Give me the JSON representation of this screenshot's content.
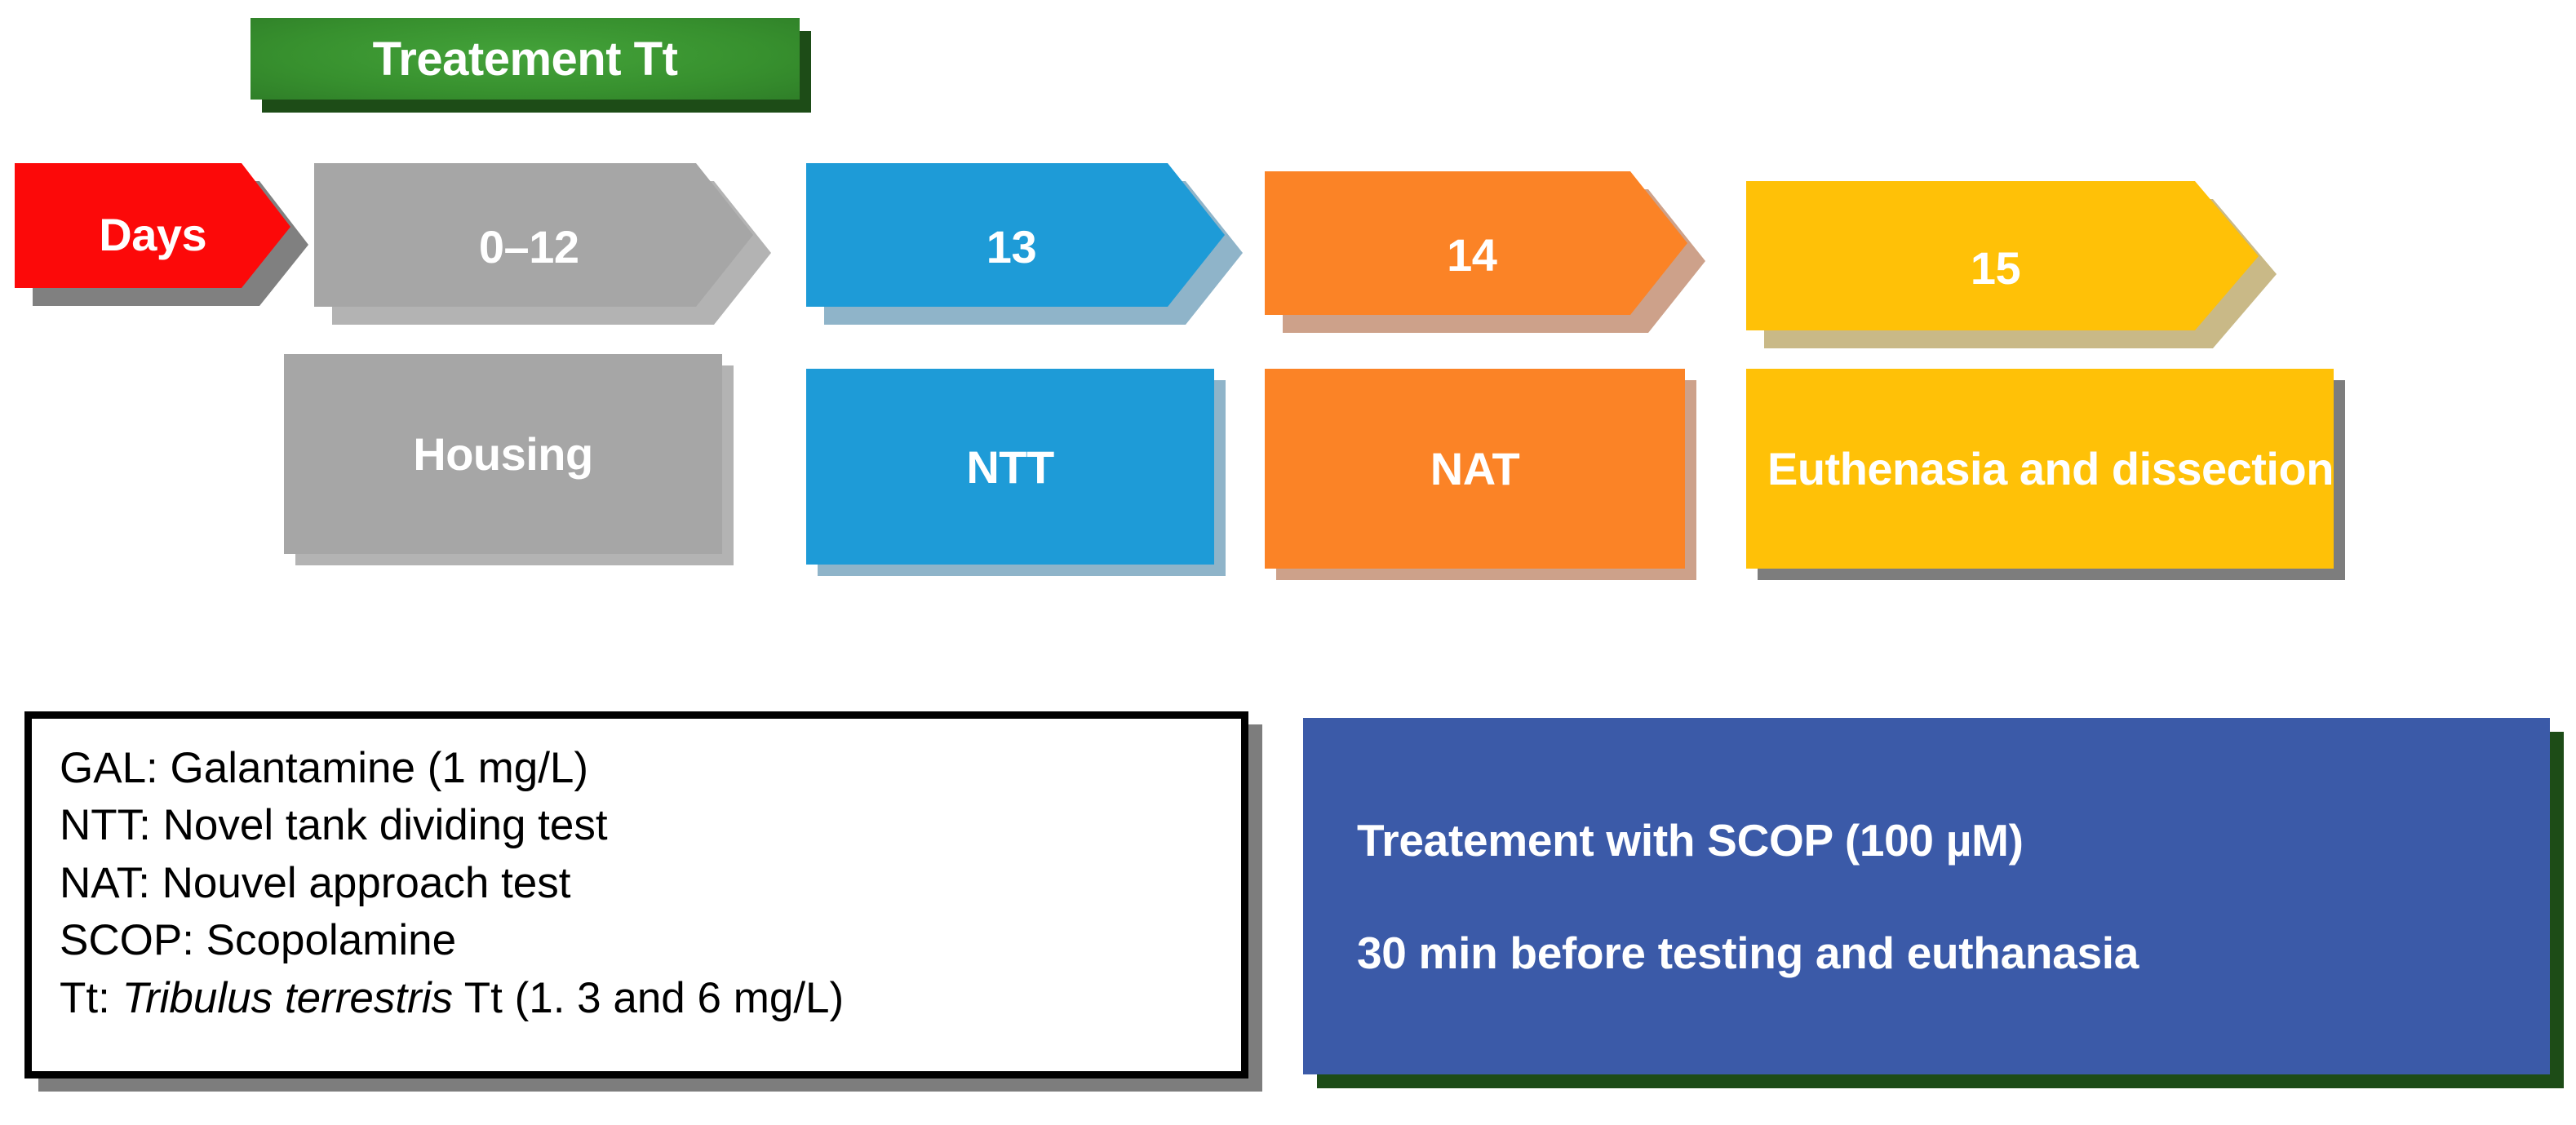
{
  "banner": {
    "label": "Treatement Tt",
    "color": "#37902e"
  },
  "timeline": {
    "arrows": [
      {
        "label": "Days",
        "color": "#fc0909",
        "shadow": "#808080"
      },
      {
        "label": "0–12",
        "color": "#a6a6a6",
        "shadow": "#b3b3b3"
      },
      {
        "label": "13",
        "color": "#1e9bd7",
        "shadow": "#8fb4c9"
      },
      {
        "label": "14",
        "color": "#fb8326",
        "shadow": "#cda18a"
      },
      {
        "label": "15",
        "color": "#ffc107",
        "shadow": "#c9b987"
      }
    ],
    "stages": [
      {
        "label": "Housing",
        "color": "#a6a6a6",
        "shadow": "#b3b3b3",
        "align": "center"
      },
      {
        "label": "NTT",
        "color": "#1e9bd7",
        "shadow": "#8fb4c9",
        "align": "center"
      },
      {
        "label": "NAT",
        "color": "#fb8326",
        "shadow": "#cda18a",
        "align": "center"
      },
      {
        "label": "Euthenasia and dissection",
        "color": "#ffc107",
        "shadow": "#7d7d7d",
        "align": "left"
      }
    ]
  },
  "legend": {
    "lines": [
      {
        "prefix": "GAL: Galantamine (1 mg/L)",
        "species": "",
        "suffix": ""
      },
      {
        "prefix": "NTT: Novel tank dividing test",
        "species": "",
        "suffix": ""
      },
      {
        "prefix": "NAT: Nouvel approach test",
        "species": "",
        "suffix": ""
      },
      {
        "prefix": "SCOP: Scopolamine",
        "species": "",
        "suffix": ""
      },
      {
        "prefix": "Tt:  ",
        "species": "Tribulus terrestris",
        "suffix": " Tt (1. 3 and 6 mg/L)"
      }
    ]
  },
  "note": {
    "line1": "Treatement with SCOP (100 µM)",
    "line2": "30 min before testing and euthanasia",
    "color": "#3b5aa8",
    "shadow": "#1d4c17"
  }
}
